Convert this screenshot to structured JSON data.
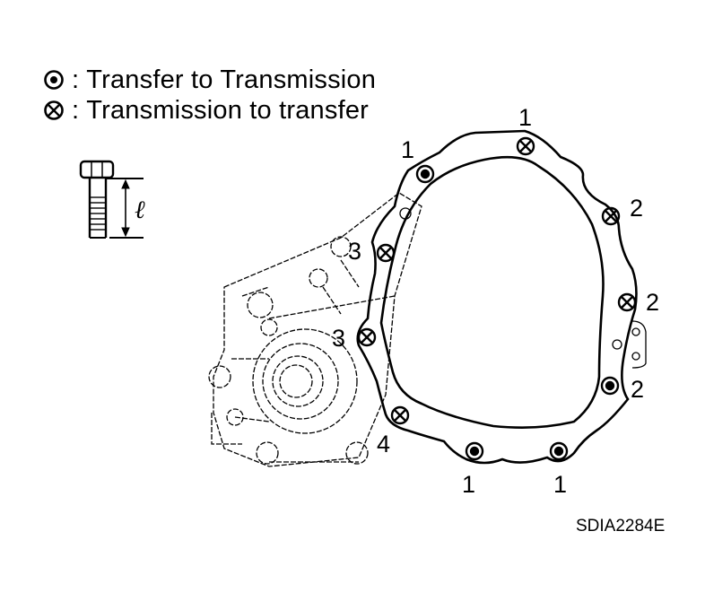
{
  "legend": {
    "items": [
      {
        "symbol": "dot-circle-icon",
        "separator": ":",
        "label": "Transfer to Transmission"
      },
      {
        "symbol": "cross-circle-icon",
        "separator": ":",
        "label": "Transmission to transfer"
      }
    ]
  },
  "bolt_figure": {
    "dimension_label": "ℓ"
  },
  "bolt_callouts": [
    {
      "id": "top-center",
      "number": "1",
      "type": "cross"
    },
    {
      "id": "top-left",
      "number": "1",
      "type": "dot"
    },
    {
      "id": "right-upper",
      "number": "2",
      "type": "cross"
    },
    {
      "id": "right-middle",
      "number": "2",
      "type": "cross"
    },
    {
      "id": "right-lower",
      "number": "2",
      "type": "dot"
    },
    {
      "id": "left-upper",
      "number": "3",
      "type": "cross"
    },
    {
      "id": "left-middle",
      "number": "3",
      "type": "cross"
    },
    {
      "id": "bottom-left",
      "number": "4",
      "type": "cross"
    },
    {
      "id": "bottom-1",
      "number": "1",
      "type": "dot"
    },
    {
      "id": "bottom-2",
      "number": "1",
      "type": "dot"
    }
  ],
  "figure_code": "SDIA2284E"
}
